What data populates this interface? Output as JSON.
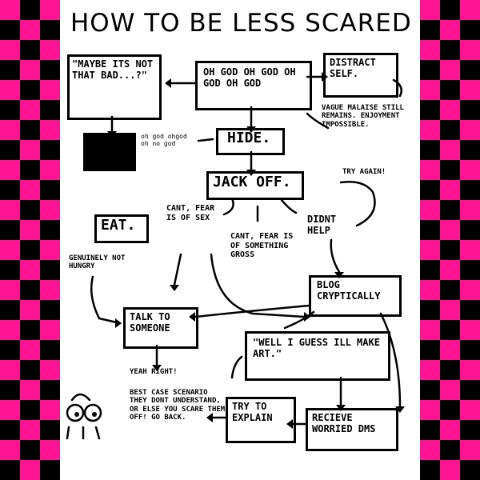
{
  "title": "HOW TO BE LESS SCARED",
  "colors": {
    "pink": "#ff1493",
    "black": "#000000",
    "paper": "#ffffff"
  },
  "nodes": {
    "maybe": "\"MAYBE ITS NOT THAT BAD...?\"",
    "ohgod": "OH GOD OH GOD OH GOD OH GOD",
    "distract": "DISTRACT SELF.",
    "vague": "VAGUE MALAISE STILL REMAINS. ENJOYMENT IMPOSSIBLE.",
    "hide": "HIDE.",
    "ohgod_small": "oh god ohgod oh no god",
    "jack": "JACK OFF.",
    "try_again": "TRY AGAIN!",
    "eat": "EAT.",
    "cant_sex": "CANT, FEAR IS OF SEX",
    "cant_gross": "CANT, FEAR IS OF SOMETHING GROSS",
    "didnt_help": "DIDNT HELP",
    "not_hungry": "GENUINELY NOT HUNGRY",
    "blog": "BLOG CRYPTICALLY",
    "talk": "TALK TO SOMEONE",
    "art": "\"WELL I GUESS ILL MAKE ART.\"",
    "yeah_right": "YEAH RIGHT!",
    "best_case": "BEST CASE SCENARIO THEY DONT UNDERSTAND, OR ELSE YOU SCARE THEM OFF! GO BACK.",
    "explain": "TRY TO EXPLAIN",
    "worried": "RECIEVE WORRIED DMS"
  }
}
